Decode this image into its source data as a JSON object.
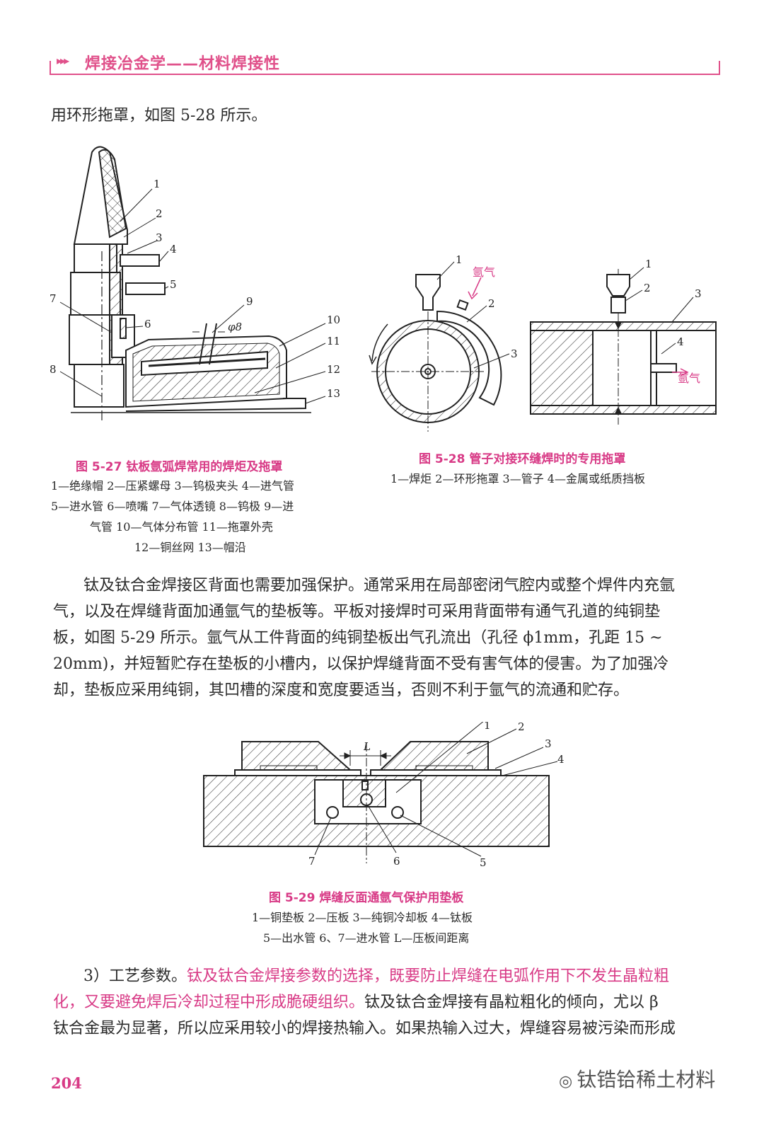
{
  "header": {
    "arrows": "▸▸▸",
    "title": "焊接冶金学——材料焊接性"
  },
  "intro_line": "用环形拖罩，如图 5-28 所示。",
  "fig_27": {
    "caption": "图 5-27   钛板氩弧焊常用的焊炬及拖罩",
    "legend": [
      "1—绝缘帽   2—压紧螺母   3—钨极夹头   4—进气管",
      "5—进水管   6—喷嘴   7—气体透镜   8—钨极   9—进",
      "气管   10—气体分布管   11—拖罩外壳",
      "12—铜丝网   13—帽沿"
    ],
    "labels": [
      "1",
      "2",
      "3",
      "4",
      "5",
      "6",
      "7",
      "8",
      "9",
      "10",
      "11",
      "12",
      "13"
    ],
    "dim": "φ8"
  },
  "fig_28": {
    "caption": "图 5-28   管子对接环缝焊时的专用拖罩",
    "legend": "1—焊炬   2—环形拖罩   3—管子   4—金属或纸质挡板",
    "gas_label": "氩气",
    "labels_left": [
      "1",
      "2",
      "3"
    ],
    "labels_right": [
      "1",
      "2",
      "3",
      "4"
    ]
  },
  "paragraph_1": [
    "钛及钛合金焊接区背面也需要加强保护。通常采用在局部密闭气腔内或整个焊件内充氩",
    "气，以及在焊缝背面加通氩气的垫板等。平板对接焊时可采用背面带有通气孔道的纯铜垫",
    "板，如图 5-29 所示。氩气从工件背面的纯铜垫板出气孔流出（孔径 ϕ1mm，孔距 15 ~",
    "20mm)，并短暂贮存在垫板的小槽内，以保护焊缝背面不受有害气体的侵害。为了加强冷",
    "却，垫板应采用纯铜，其凹槽的深度和宽度要适当，否则不利于氩气的流通和贮存。"
  ],
  "fig_29": {
    "caption": "图 5-29   焊缝反面通氩气保护用垫板",
    "legend": [
      "1—铜垫板   2—压板   3—纯铜冷却板   4—钛板",
      "5—出水管   6、7—进水管   L—压板间距离"
    ],
    "labels": [
      "1",
      "2",
      "3",
      "4",
      "5",
      "6",
      "7"
    ],
    "dim": "L"
  },
  "paragraph_2": {
    "l1_prefix": "3）工艺参数。",
    "l1_highlight": "钛及钛合金焊接参数的选择，既要防止焊缝在电弧作用下不发生晶粒粗",
    "l2_highlight": "化，又要避免焊后冷却过程中形成脆硬组织。",
    "l2_rest": "钛及钛合金焊接有晶粒粗化的倾向，尤以 β",
    "l3": "钛合金最为显著，所以应采用较小的焊接热输入。如果热输入过大，焊缝容易被污染而形成"
  },
  "footer": {
    "page_number": "204",
    "watermark": "钛锆铪稀土材料"
  },
  "colors": {
    "accent": "#e0508a",
    "caption": "#d83a86",
    "text": "#2a2a2a"
  }
}
